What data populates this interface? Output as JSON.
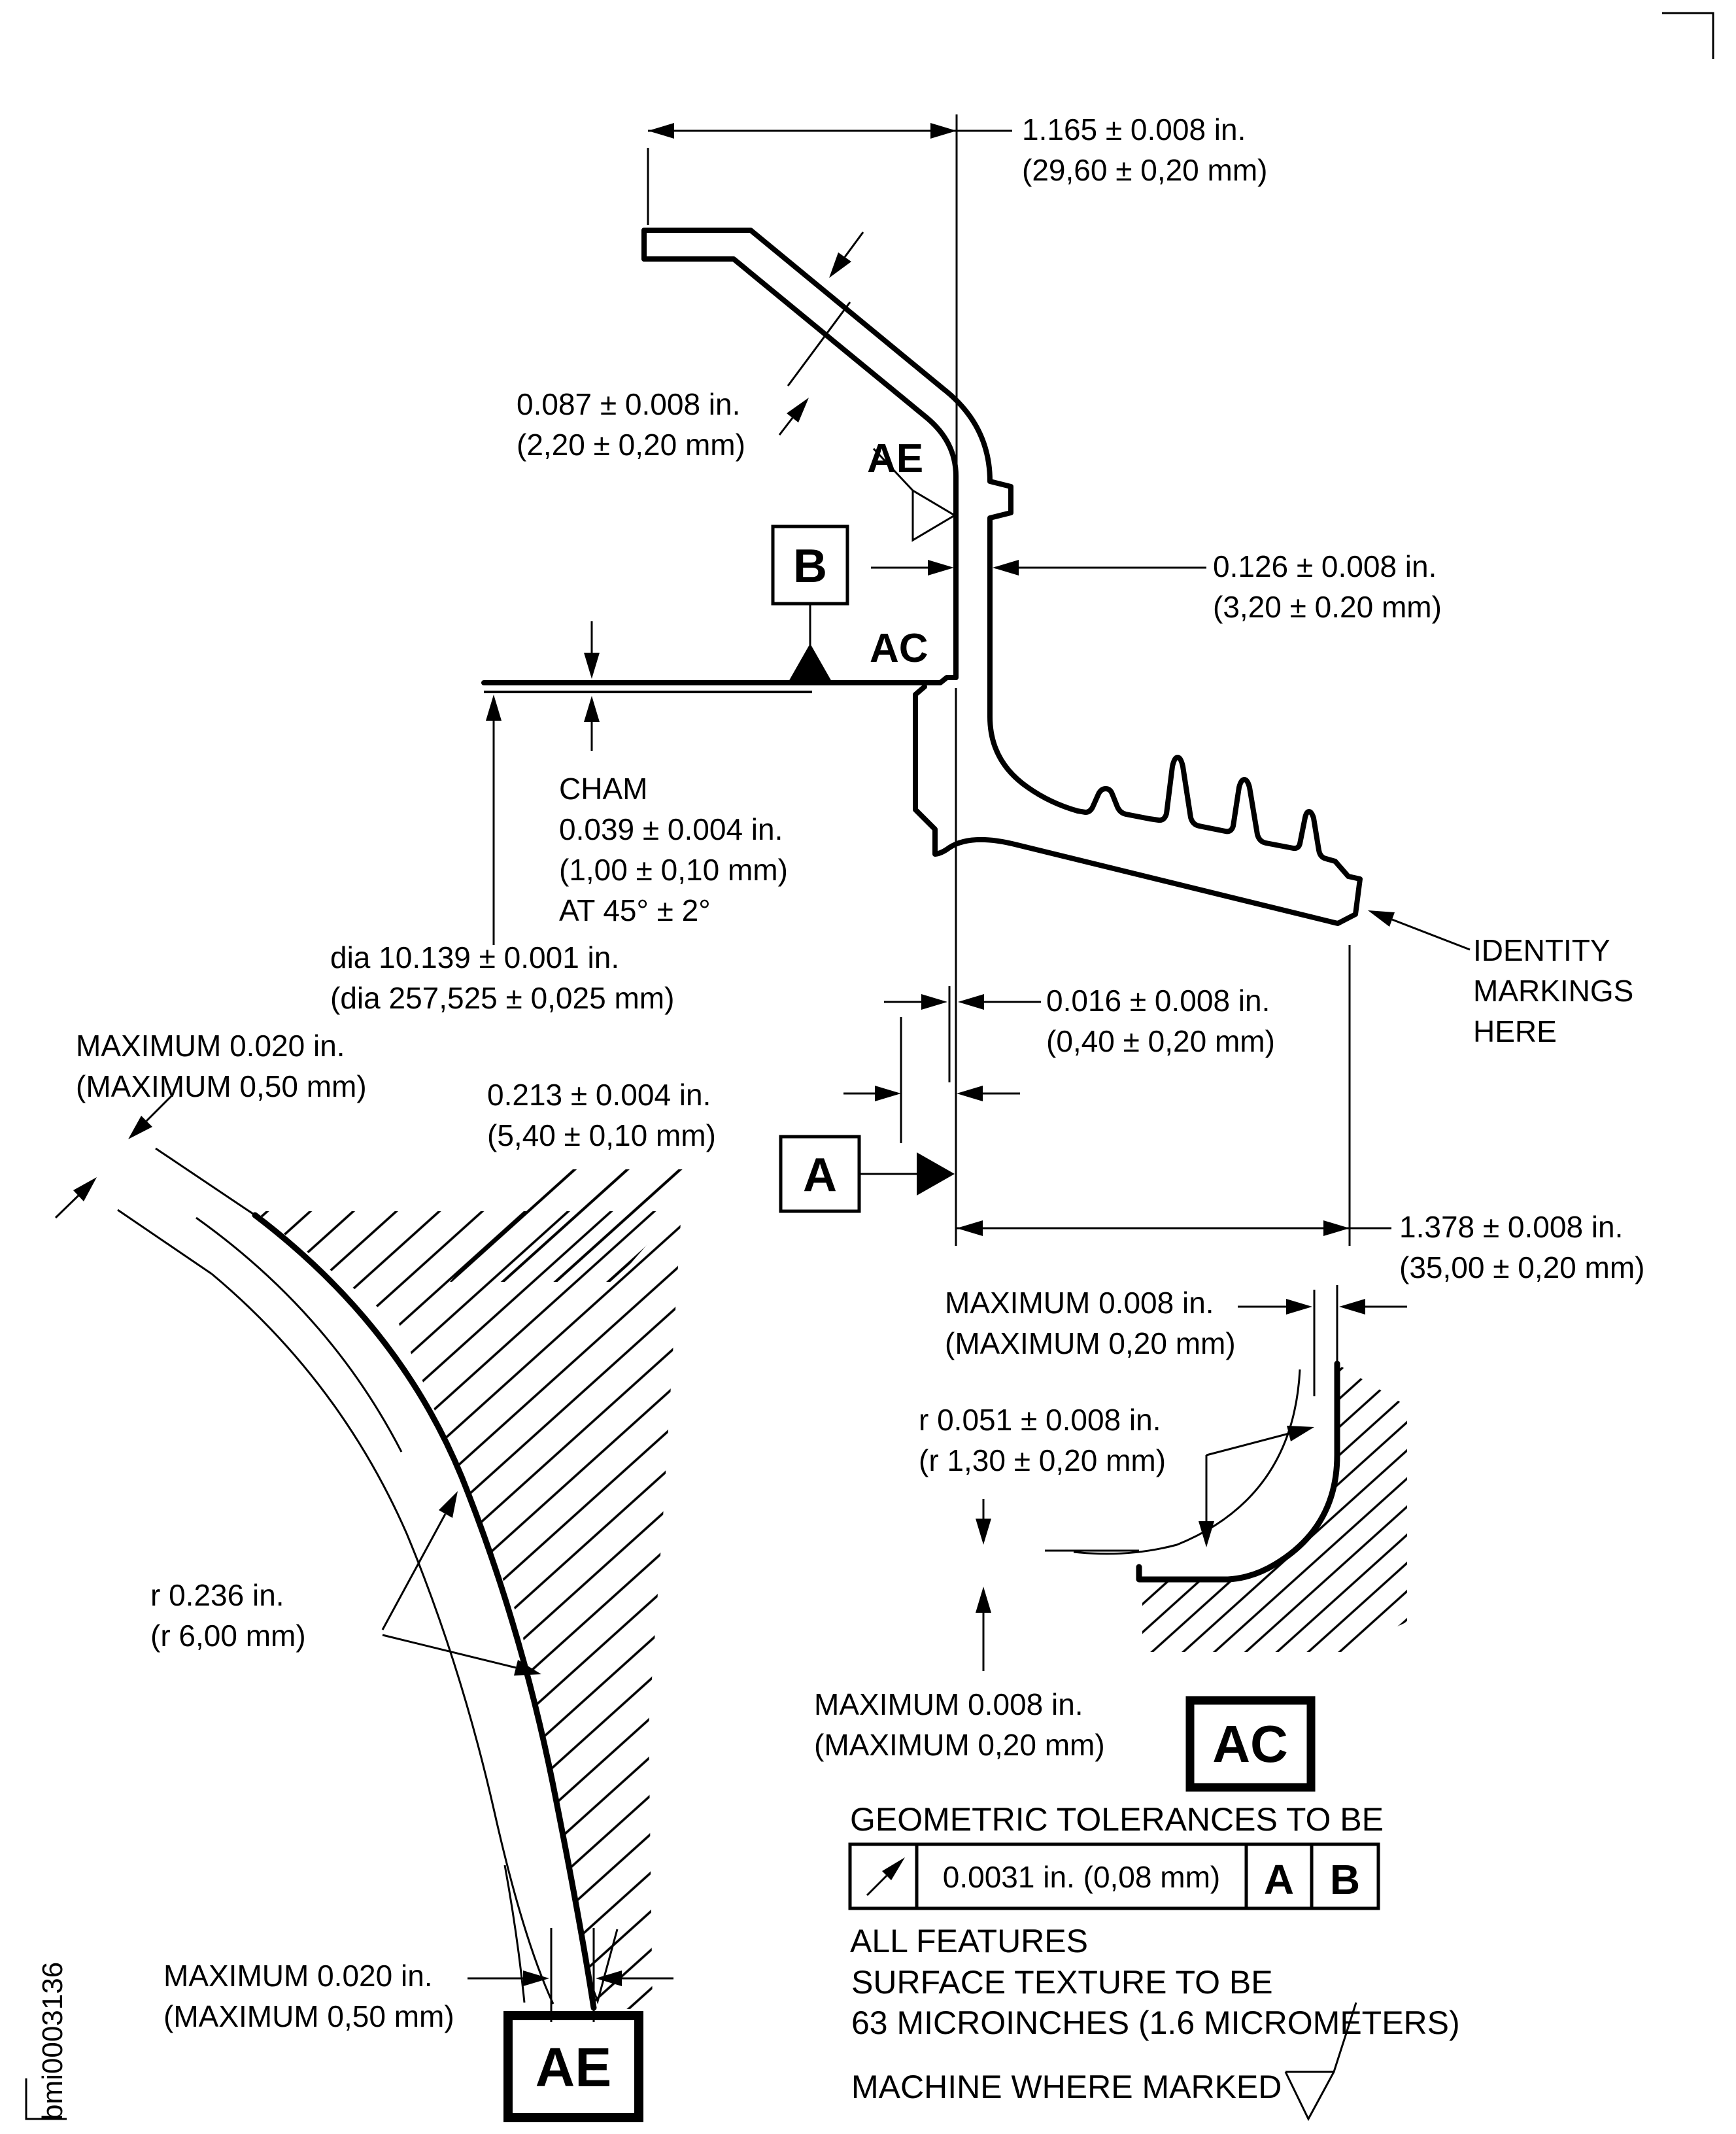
{
  "page": {
    "doc_id": "bmi0003136"
  },
  "labels": {
    "ae": "AE",
    "ac": "AC",
    "datum_a": "A",
    "datum_b": "B",
    "ae_box": "AE",
    "ac_box": "AC"
  },
  "dims": {
    "d1165_in": "1.165 ± 0.008 in.",
    "d1165_mm": "(29,60 ± 0,20 mm)",
    "d087_in": "0.087 ± 0.008 in.",
    "d087_mm": "(2,20 ± 0,20 mm)",
    "d126_in": "0.126 ± 0.008  in.",
    "d126_mm": "(3,20 ± 0.20 mm)",
    "cham1": "CHAM",
    "cham2": "0.039 ± 0.004 in.",
    "cham3": "(1,00 ± 0,10 mm)",
    "cham4": "AT 45° ± 2°",
    "dia_in": "dia 10.139 ± 0.001 in.",
    "dia_mm": "(dia 257,525 ± 0,025 mm)",
    "max020a_in": "MAXIMUM 0.020 in.",
    "max020a_mm": "(MAXIMUM 0,50 mm)",
    "d016_in": "0.016 ± 0.008 in.",
    "d016_mm": "(0,40 ± 0,20 mm)",
    "d213_in": "0.213 ± 0.004 in.",
    "d213_mm": "(5,40 ± 0,10 mm)",
    "d1378_in": "1.378 ± 0.008 in.",
    "d1378_mm": "(35,00 ± 0,20 mm)",
    "max008a_in": "MAXIMUM 0.008 in.",
    "max008a_mm": "(MAXIMUM 0,20 mm)",
    "r051_in": "r 0.051 ± 0.008 in.",
    "r051_mm": "(r 1,30 ± 0,20 mm)",
    "max008b_in": "MAXIMUM 0.008 in.",
    "max008b_mm": "(MAXIMUM 0,20 mm)",
    "r236_in": "r 0.236 in.",
    "r236_mm": "(r 6,00 mm)",
    "max020b_in": "MAXIMUM 0.020 in.",
    "max020b_mm": "(MAXIMUM 0,50 mm)"
  },
  "identity": {
    "l1": "IDENTITY",
    "l2": "MARKINGS",
    "l3": "HERE"
  },
  "notes": {
    "geo": "GEOMETRIC TOLERANCES TO BE",
    "fcf_value": "0.0031 in. (0,08 mm)",
    "fcf_a": "A",
    "fcf_b": "B",
    "all": "ALL FEATURES",
    "surf1": "SURFACE TEXTURE TO BE",
    "surf2": "63 MICROINCHES (1.6 MICROMETERS)",
    "machine": "MACHINE WHERE MARKED"
  }
}
